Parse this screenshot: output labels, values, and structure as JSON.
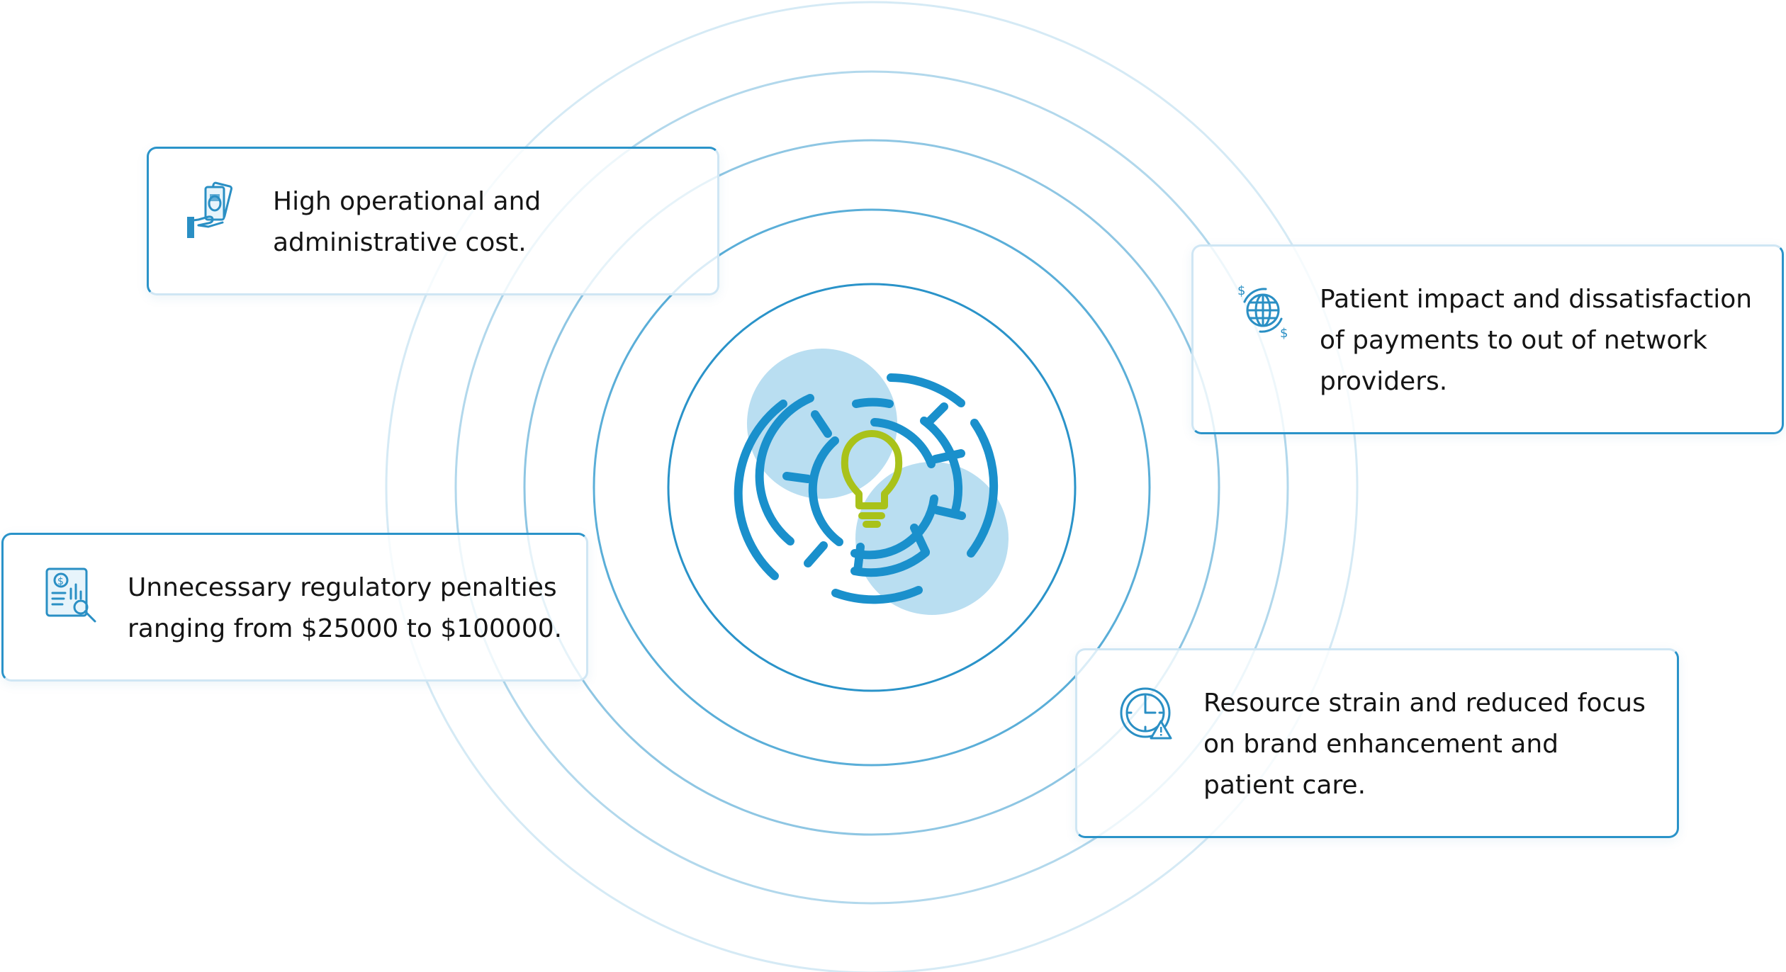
{
  "colors": {
    "ring": "#2a93c9",
    "ring_light": "#bfe0f1",
    "maze": "#1a90cc",
    "maze_bg": "#b9def1",
    "bulb": "#a9c21a",
    "text": "#141414",
    "icon": "#2a8fc4"
  },
  "center": {
    "icon": "maze-lightbulb-icon"
  },
  "cards": {
    "cost": {
      "icon": "money-hand-icon",
      "lines": [
        "High operational and",
        "administrative cost."
      ]
    },
    "patient": {
      "icon": "globe-dollar-icon",
      "lines": [
        "Patient impact and dissatisfaction",
        "of payments to out of network",
        "providers."
      ]
    },
    "penalty": {
      "icon": "financial-report-icon",
      "lines": [
        "Unnecessary regulatory penalties",
        "ranging from $25000 to $100000."
      ]
    },
    "resource": {
      "icon": "clock-warning-icon",
      "lines": [
        "Resource strain and reduced focus",
        "on brand enhancement and",
        "patient care."
      ]
    }
  }
}
